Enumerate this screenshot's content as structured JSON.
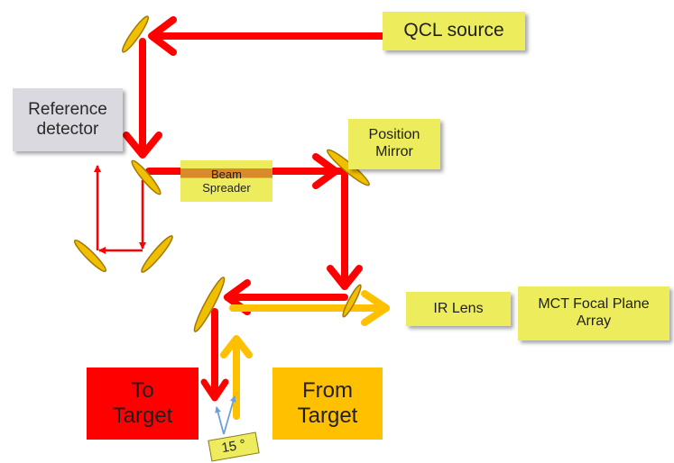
{
  "labels": {
    "qcl_source": "QCL source",
    "reference_detector": "Reference\ndetector",
    "beam_spreader": "Beam\nSpreader",
    "position_mirror": "Position\nMirror",
    "ir_lens": "IR Lens",
    "mct_array": "MCT Focal Plane\nArray",
    "to_target": "To\nTarget",
    "from_target": "From\nTarget",
    "angle": "15 °"
  },
  "colors": {
    "laser_beam": "#ff0000",
    "return_beam": "#ffc000",
    "mirror_fill": "#f0c000",
    "mirror_stroke": "#a07800",
    "label_yellow": "#ecec5c",
    "label_grey": "#d9d9df",
    "to_target_box": "#ff0000",
    "from_target_box": "#ffc000",
    "angle_arrow": "#6aa2d8"
  }
}
